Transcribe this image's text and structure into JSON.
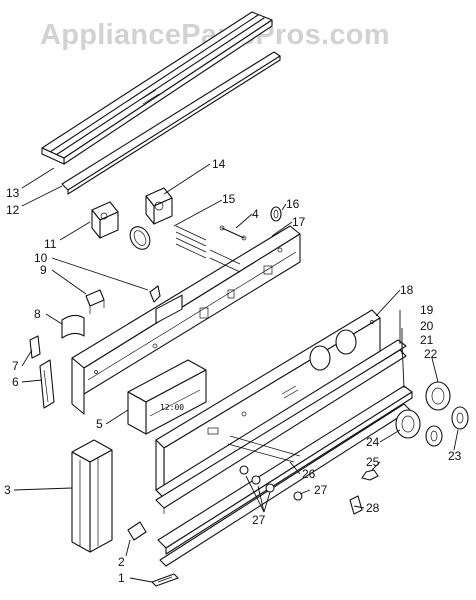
{
  "watermark": "AppliancePartsPros.com",
  "display_readout": "12:00",
  "parts": [
    {
      "id": "1",
      "label": "1"
    },
    {
      "id": "2",
      "label": "2"
    },
    {
      "id": "3",
      "label": "3"
    },
    {
      "id": "4",
      "label": "4"
    },
    {
      "id": "5",
      "label": "5"
    },
    {
      "id": "6",
      "label": "6"
    },
    {
      "id": "7",
      "label": "7"
    },
    {
      "id": "8",
      "label": "8"
    },
    {
      "id": "9",
      "label": "9"
    },
    {
      "id": "10",
      "label": "10"
    },
    {
      "id": "11",
      "label": "11"
    },
    {
      "id": "12",
      "label": "12"
    },
    {
      "id": "13",
      "label": "13"
    },
    {
      "id": "14",
      "label": "14"
    },
    {
      "id": "15",
      "label": "15"
    },
    {
      "id": "16",
      "label": "16"
    },
    {
      "id": "17",
      "label": "17"
    },
    {
      "id": "18",
      "label": "18"
    },
    {
      "id": "19",
      "label": "19"
    },
    {
      "id": "20",
      "label": "20"
    },
    {
      "id": "21",
      "label": "21"
    },
    {
      "id": "22",
      "label": "22"
    },
    {
      "id": "23",
      "label": "23"
    },
    {
      "id": "24",
      "label": "24"
    },
    {
      "id": "25",
      "label": "25"
    },
    {
      "id": "26",
      "label": "26"
    },
    {
      "id": "27",
      "label": "27"
    },
    {
      "id": "28",
      "label": "28"
    }
  ]
}
